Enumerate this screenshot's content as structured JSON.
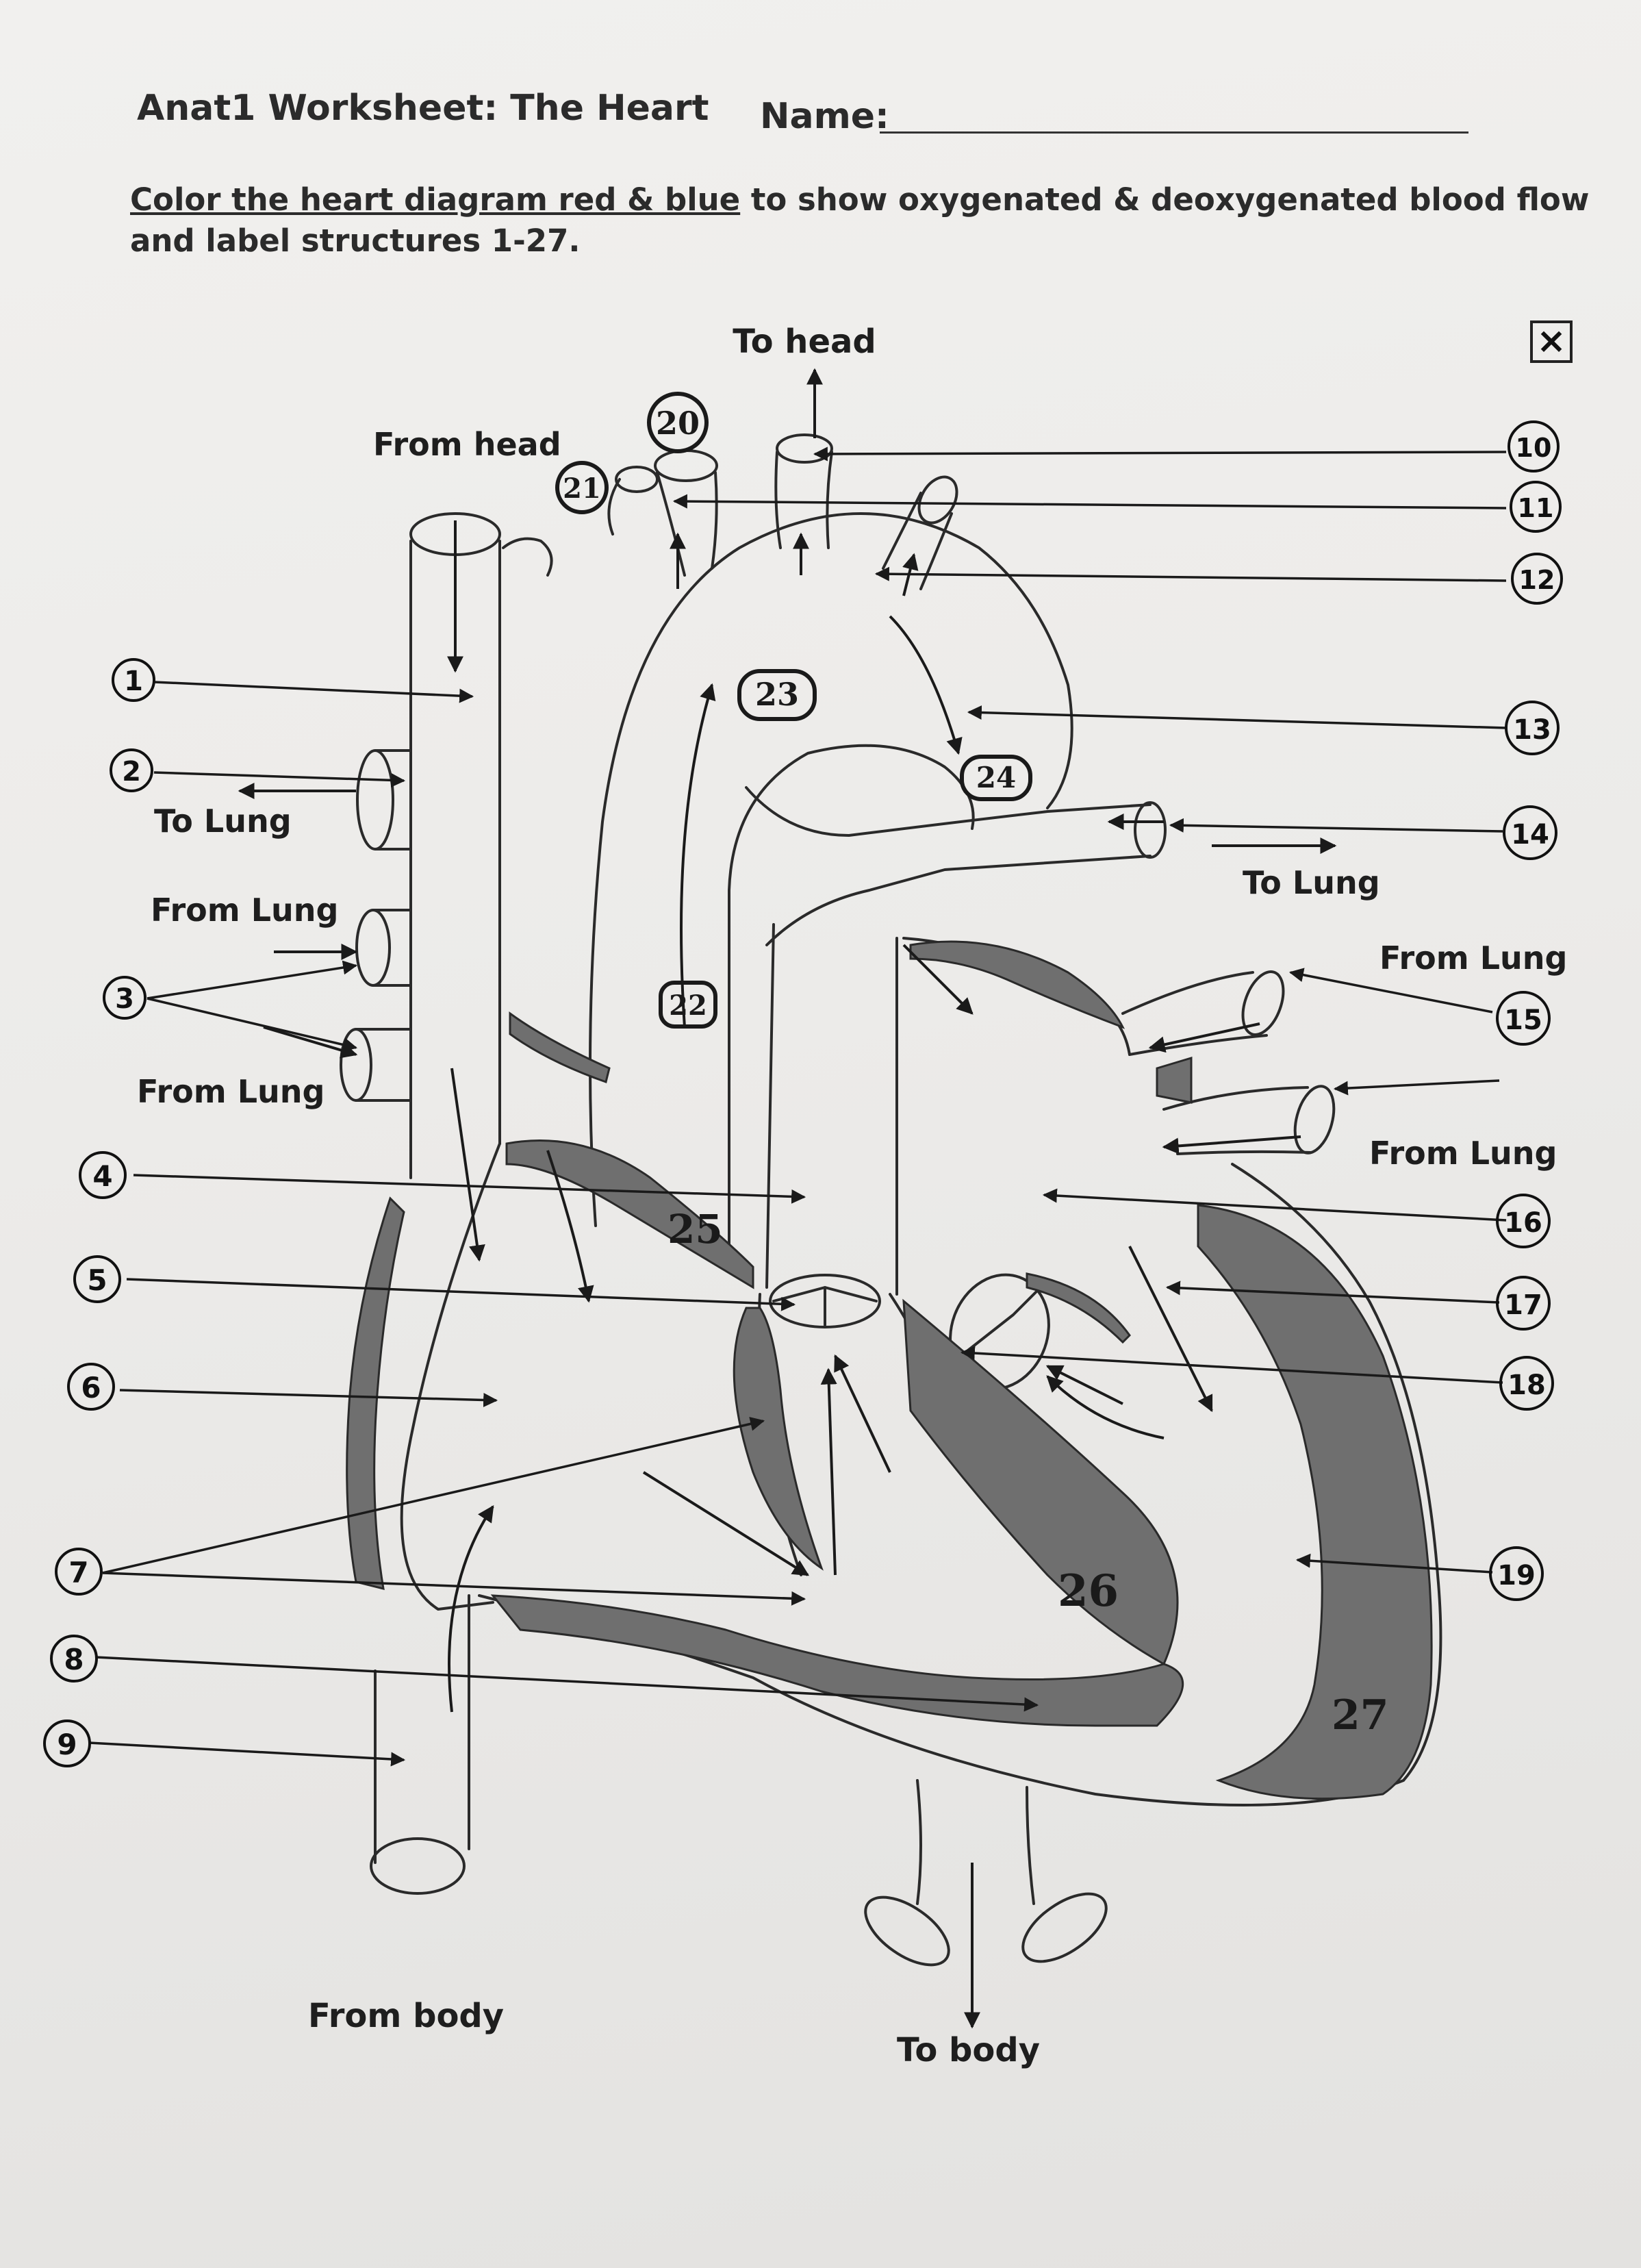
{
  "header": {
    "title": "Anat1 Worksheet:  The Heart",
    "name_label": "Name:"
  },
  "instructions": {
    "underlined": "Color the heart diagram red & blue",
    "rest": " to show oxygenated & deoxygenated blood flow and label structures 1-27."
  },
  "close_box": "×",
  "flow_labels": {
    "to_head": "To head",
    "from_head": "From head",
    "to_lung_left": "To Lung",
    "from_lung_left_1": "From Lung",
    "from_lung_left_2": "From Lung",
    "to_lung_right": "To Lung",
    "from_lung_right_1": "From Lung",
    "from_lung_right_2": "From Lung",
    "from_body": "From body",
    "to_body": "To body"
  },
  "left_numbers": [
    "1",
    "2",
    "3",
    "4",
    "5",
    "6",
    "7",
    "8",
    "9"
  ],
  "right_numbers": [
    "10",
    "11",
    "12",
    "13",
    "14",
    "15",
    "16",
    "17",
    "18",
    "19"
  ],
  "inner_numbers": {
    "n20": "20",
    "n21": "21",
    "n22": "22",
    "n23": "23",
    "n24": "24",
    "n25": "25",
    "n26": "26",
    "n27": "27"
  }
}
